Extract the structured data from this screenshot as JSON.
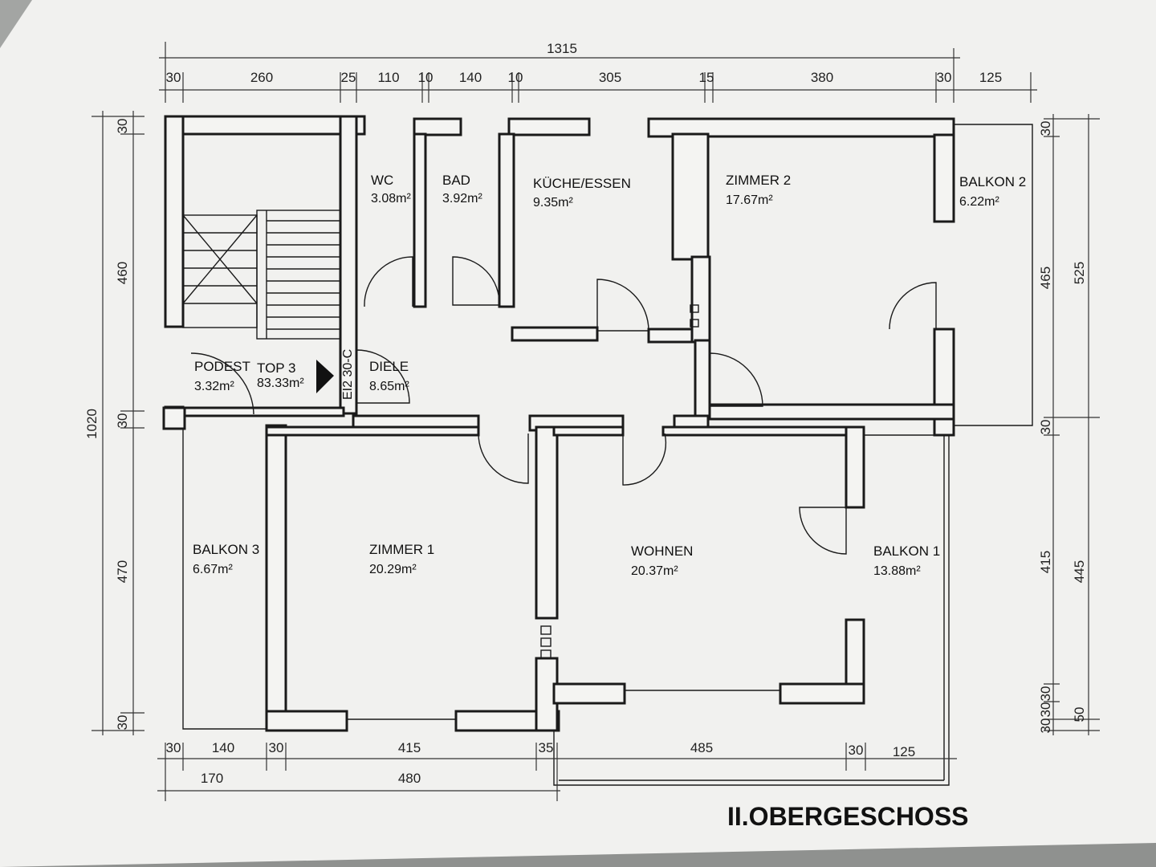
{
  "sheet": {
    "title": "II.OBERGESCHOSS",
    "unit_label": "TOP 3",
    "unit_area": "83.33m²",
    "door_code": "EI2 30-C"
  },
  "rooms": [
    {
      "name": "WC",
      "area": "3.08m²"
    },
    {
      "name": "BAD",
      "area": "3.92m²"
    },
    {
      "name": "KÜCHE/ESSEN",
      "area": "9.35m²"
    },
    {
      "name": "ZIMMER 2",
      "area": "17.67m²"
    },
    {
      "name": "BALKON 2",
      "area": "6.22m²"
    },
    {
      "name": "PODEST",
      "area": "3.32m²"
    },
    {
      "name": "DIELE",
      "area": "8.65m²"
    },
    {
      "name": "BALKON 3",
      "area": "6.67m²"
    },
    {
      "name": "ZIMMER 1",
      "area": "20.29m²"
    },
    {
      "name": "WOHNEN",
      "area": "20.37m²"
    },
    {
      "name": "BALKON 1",
      "area": "13.88m²"
    }
  ],
  "dimensions": {
    "top_total": "1315",
    "top_segments": [
      "30",
      "260",
      "25",
      "110",
      "10",
      "140",
      "10",
      "305",
      "15",
      "380",
      "30",
      "125"
    ],
    "left_total": "1020",
    "left_segments": [
      "30",
      "460",
      "30",
      "470",
      "30"
    ],
    "right_outer": [
      "525",
      "445"
    ],
    "right_inner": [
      "30",
      "465",
      "30",
      "415",
      "30",
      "30",
      "30",
      "50"
    ],
    "bottom_segments": [
      "30",
      "140",
      "30",
      "415",
      "35",
      "485",
      "30",
      "125"
    ],
    "bottom_totals": [
      "170",
      "480"
    ]
  }
}
